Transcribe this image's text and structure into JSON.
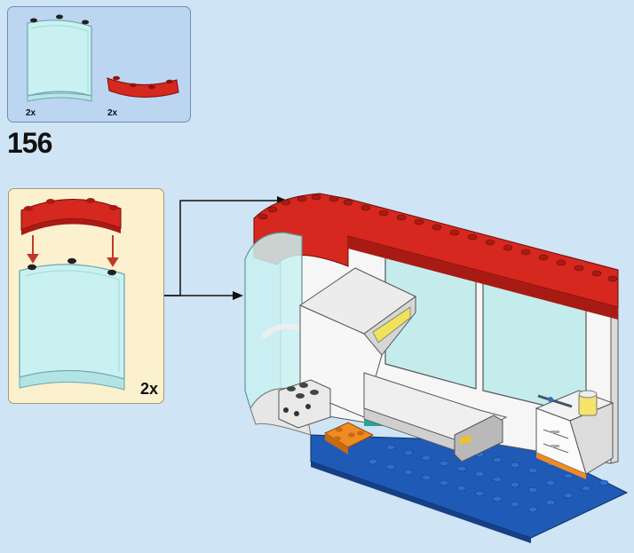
{
  "parts_list": {
    "items": [
      {
        "name": "curved-transparent-panel",
        "qty": "2x"
      },
      {
        "name": "red-curved-plate",
        "qty": "2x"
      }
    ]
  },
  "step": {
    "number": "156"
  },
  "subassembly": {
    "multiplier": "2x"
  },
  "colors": {
    "background": "#cfe4f4",
    "parts_box": "#bcd5f1",
    "subassembly_box": "#fbf1cf",
    "brick_red": "#d6281f",
    "trans_clear": "#bfeef0",
    "baseplate_blue": "#1f5bb6",
    "orange": "#f08a24"
  }
}
